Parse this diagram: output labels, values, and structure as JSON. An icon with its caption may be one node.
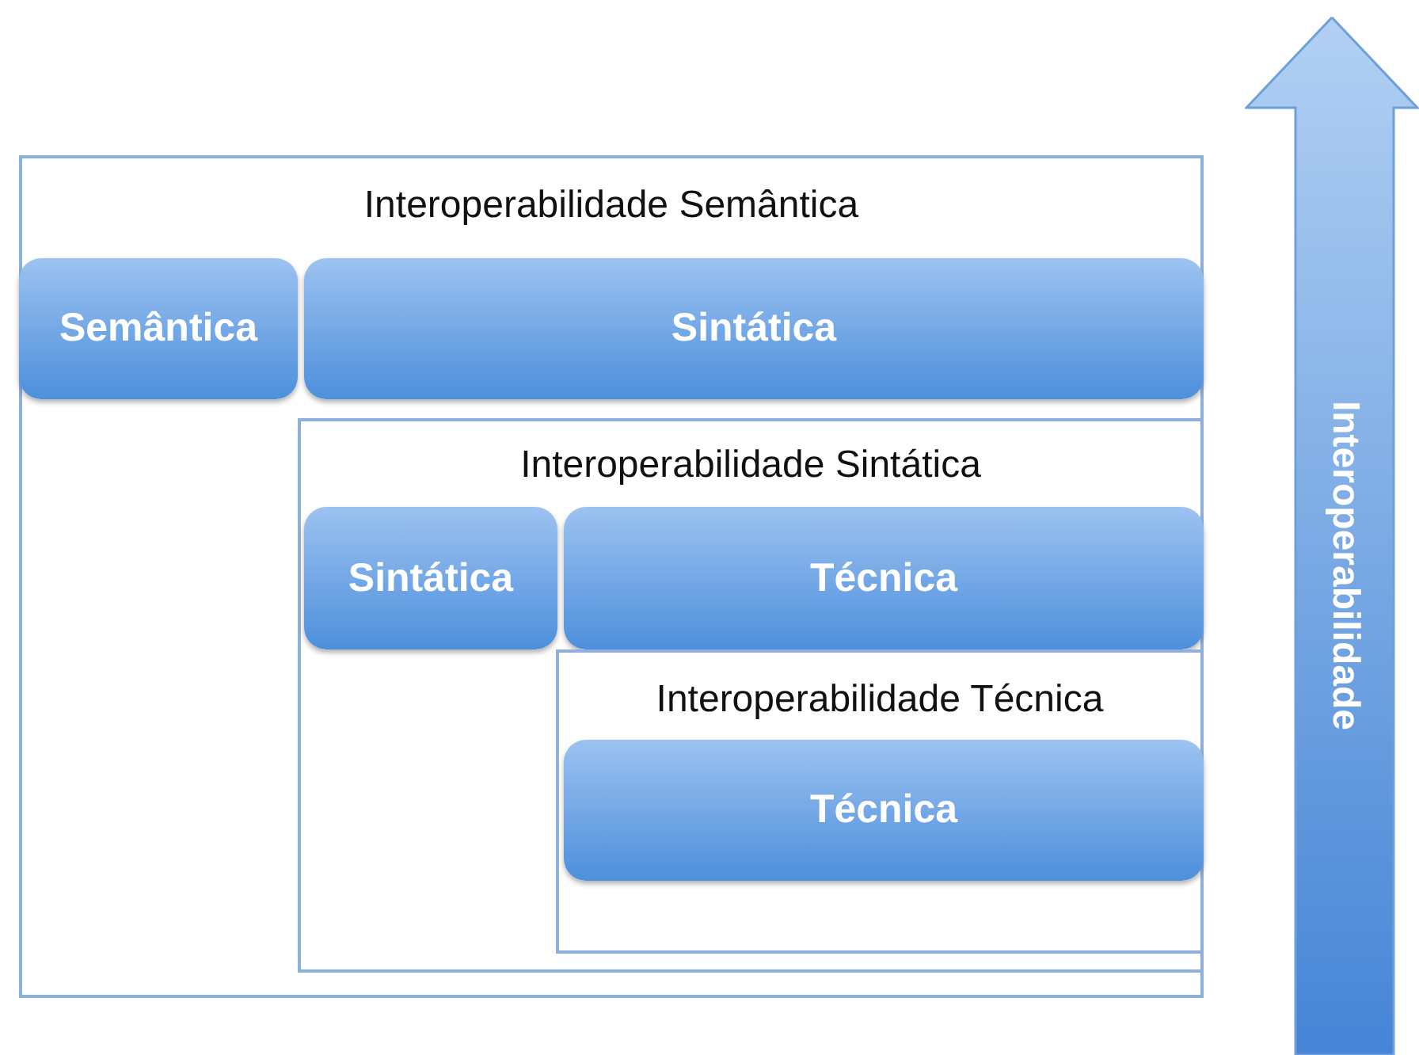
{
  "diagram": {
    "nodes": [
      {
        "text": [
          "Interoperabilidade Semântica"
        ]
      },
      {
        "text": [
          "Semântica"
        ],
        "in": 0
      },
      {
        "text": [
          "Sintática"
        ],
        "in": 0
      },
      {
        "text": [
          "Interoperabilidade Sintática"
        ],
        "in": 0
      },
      {
        "text": [
          "Sintática"
        ],
        "in": 3
      },
      {
        "text": [
          "Técnica"
        ],
        "in": 3
      },
      {
        "text": [
          "Interoperabilidade Técnica"
        ],
        "in": 3
      },
      {
        "text": [
          "Técnica"
        ],
        "in": 6
      },
      {
        "text": [
          "Interoperabilidade"
        ]
      }
    ]
  }
}
